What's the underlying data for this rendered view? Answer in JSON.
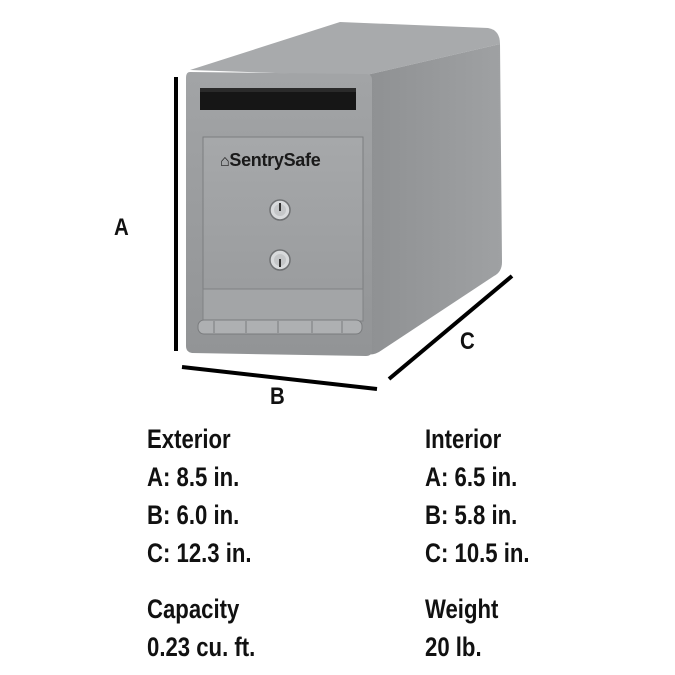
{
  "product": {
    "brand": "SentrySafe",
    "body_color": "#9a9c9e",
    "side_color": "#8b8d8f",
    "top_color": "#a4a6a8",
    "slot_color": "#151515"
  },
  "dimension_labels": {
    "a": "A",
    "b": "B",
    "c": "C"
  },
  "exterior": {
    "heading": "Exterior",
    "a": "A: 8.5 in.",
    "b": "B: 6.0 in.",
    "c": "C: 12.3 in."
  },
  "interior": {
    "heading": "Interior",
    "a": "A: 6.5 in.",
    "b": "B: 5.8 in.",
    "c": "C: 10.5 in."
  },
  "capacity": {
    "heading": "Capacity",
    "value": "0.23 cu. ft."
  },
  "weight": {
    "heading": "Weight",
    "value": "20 lb."
  }
}
